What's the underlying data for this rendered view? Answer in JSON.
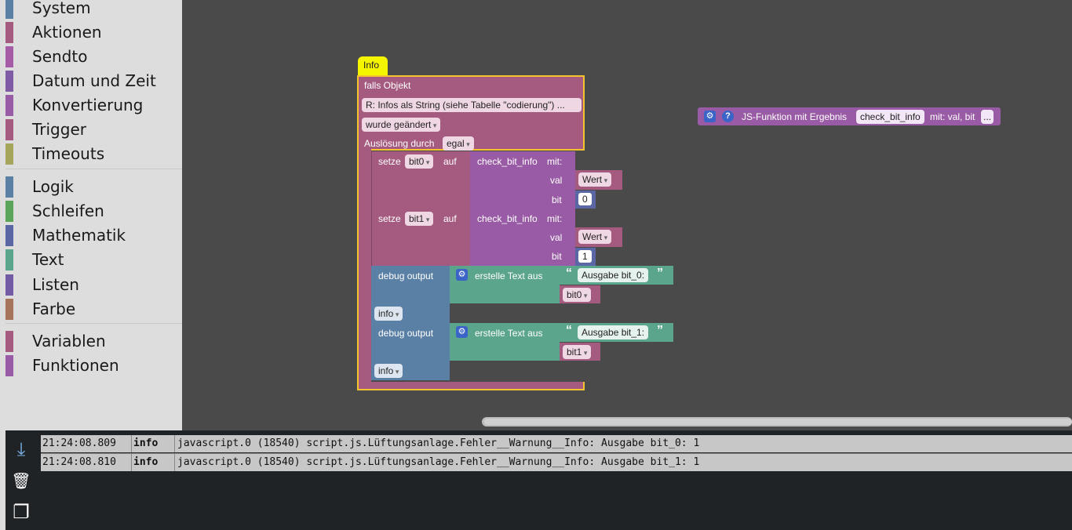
{
  "toolbox": {
    "groups": [
      {
        "items": [
          {
            "label": "System",
            "color": "#5b80a5"
          },
          {
            "label": "Aktionen",
            "color": "#a55b80"
          },
          {
            "label": "Sendto",
            "color": "#a55ba5"
          },
          {
            "label": "Datum und Zeit",
            "color": "#805ba5"
          },
          {
            "label": "Konvertierung",
            "color": "#995ba5"
          },
          {
            "label": "Trigger",
            "color": "#a55b80"
          },
          {
            "label": "Timeouts",
            "color": "#a5a55b"
          }
        ]
      },
      {
        "items": [
          {
            "label": "Logik",
            "color": "#5b80a5"
          },
          {
            "label": "Schleifen",
            "color": "#5ba55b"
          },
          {
            "label": "Mathematik",
            "color": "#5b67a5"
          },
          {
            "label": "Text",
            "color": "#5ba58c"
          },
          {
            "label": "Listen",
            "color": "#745ba5"
          },
          {
            "label": "Farbe",
            "color": "#a5745b"
          }
        ]
      },
      {
        "items": [
          {
            "label": "Variablen",
            "color": "#a55b80"
          },
          {
            "label": "Funktionen",
            "color": "#995ba5"
          }
        ]
      }
    ]
  },
  "workspace": {
    "comment_tab": "Info",
    "trigger": {
      "title": "falls Objekt",
      "object": "R: Infos als String (siehe Tabelle \"codierung\") ...",
      "condition": "wurde geändert",
      "trigger_label": "Auslösung durch",
      "trigger_value": "egal"
    },
    "set_blocks": [
      {
        "setze": "setze",
        "var": "bit0",
        "auf": "auf",
        "func": "check_bit_info",
        "mit": "mit:",
        "val_label": "val",
        "val": "Wert",
        "bit_label": "bit",
        "bit": "0"
      },
      {
        "setze": "setze",
        "var": "bit1",
        "auf": "auf",
        "func": "check_bit_info",
        "mit": "mit:",
        "val_label": "val",
        "val": "Wert",
        "bit_label": "bit",
        "bit": "1"
      }
    ],
    "debug_blocks": [
      {
        "label": "debug output",
        "create_text": "erstelle Text aus",
        "text": "Ausgabe bit_0:",
        "var": "bit0",
        "level": "info"
      },
      {
        "label": "debug output",
        "create_text": "erstelle Text aus",
        "text": "Ausgabe bit_1:",
        "var": "bit1",
        "level": "info"
      }
    ],
    "function_def": {
      "label": "JS-Funktion mit Ergebnis",
      "name": "check_bit_info",
      "params": "mit: val, bit",
      "more": "..."
    },
    "quote_open": "“",
    "quote_close": "”"
  },
  "log": {
    "tools": {
      "scroll": "⤓",
      "clear": "🗑",
      "copy": "❐"
    },
    "rows": [
      {
        "time": "21:24:08.809",
        "level": "info",
        "message": "javascript.0 (18540) script.js.Lüftungsanlage.Fehler__Warnung__Info: Ausgabe bit_0: 1"
      },
      {
        "time": "21:24:08.810",
        "level": "info",
        "message": "javascript.0 (18540) script.js.Lüftungsanlage.Fehler__Warnung__Info: Ausgabe bit_1: 1"
      }
    ]
  }
}
